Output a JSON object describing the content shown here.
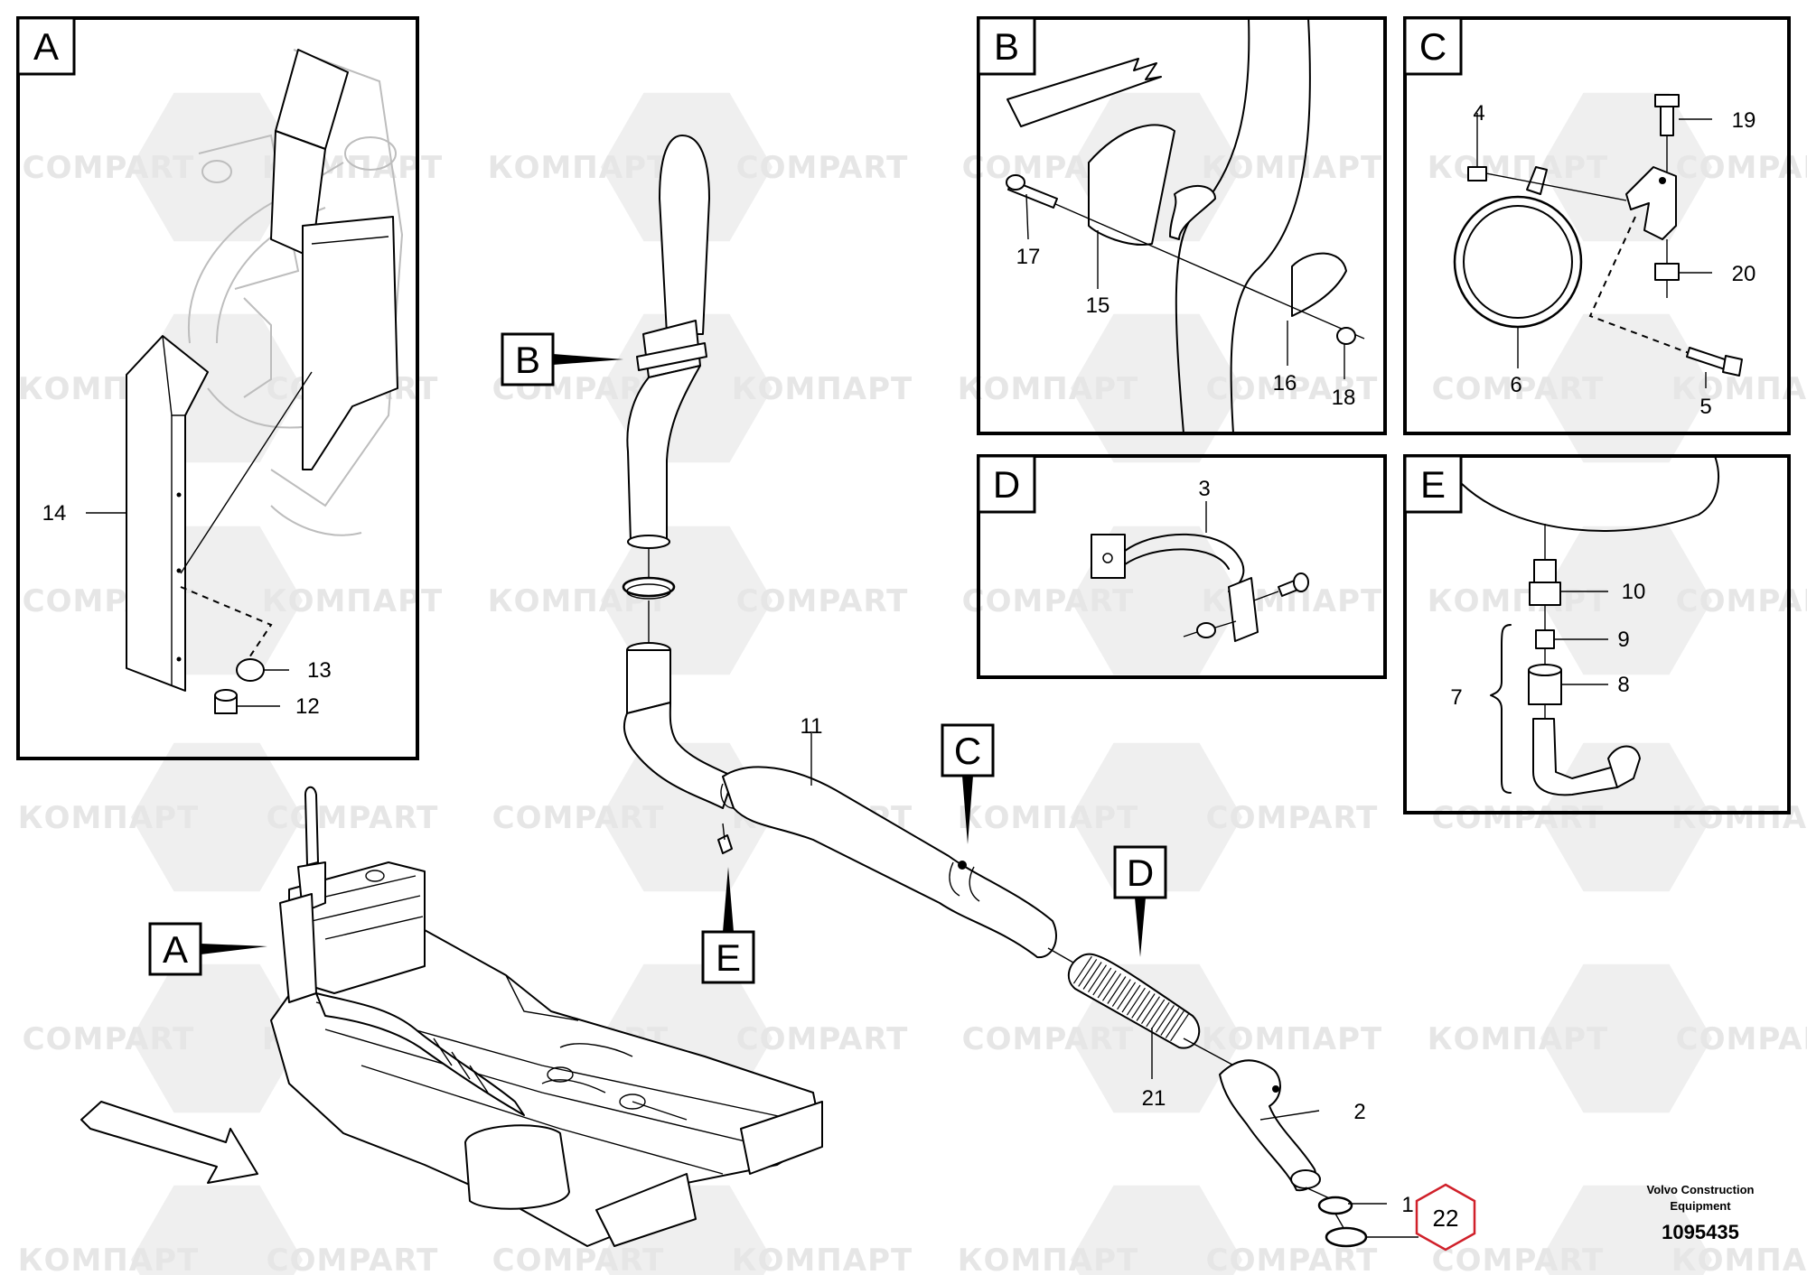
{
  "watermark": {
    "cyrillic": "КОМПАРТ",
    "latin": "COMPART"
  },
  "panels": {
    "A": {
      "label": "A"
    },
    "B": {
      "label": "B"
    },
    "C": {
      "label": "C"
    },
    "D": {
      "label": "D"
    },
    "E": {
      "label": "E"
    }
  },
  "view_tags": {
    "A": "A",
    "B": "B",
    "C": "C",
    "D": "D",
    "E": "E"
  },
  "part_numbers": {
    "p1": "1",
    "p2": "2",
    "p3": "3",
    "p4": "4",
    "p5": "5",
    "p6": "6",
    "p7": "7",
    "p8": "8",
    "p9": "9",
    "p10": "10",
    "p11": "11",
    "p12": "12",
    "p13": "13",
    "p14": "14",
    "p15": "15",
    "p16": "16",
    "p17": "17",
    "p18": "18",
    "p19": "19",
    "p20": "20",
    "p21": "21"
  },
  "callout": {
    "label": "22",
    "color": "#d0202a"
  },
  "footer": {
    "manufacturer_line1": "Volvo Construction",
    "manufacturer_line2": "Equipment",
    "doc_number": "1095435"
  }
}
